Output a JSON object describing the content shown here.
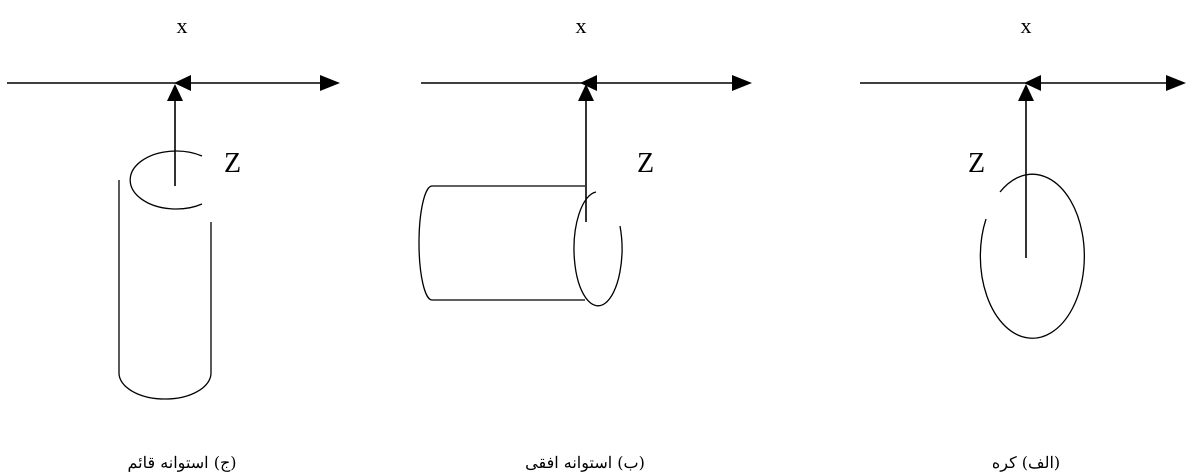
{
  "panels": {
    "vertical_cylinder": {
      "x_label": "x",
      "z_label": "Z",
      "caption": "(ج) استوانه قائم"
    },
    "horizontal_cylinder": {
      "x_label": "x",
      "z_label": "Z",
      "caption": "(ب) استوانه افقی"
    },
    "sphere": {
      "x_label": "x",
      "z_label": "Z",
      "caption": "(الف) کره"
    }
  },
  "colors": {
    "ink": "#000000",
    "background": "#ffffff"
  }
}
